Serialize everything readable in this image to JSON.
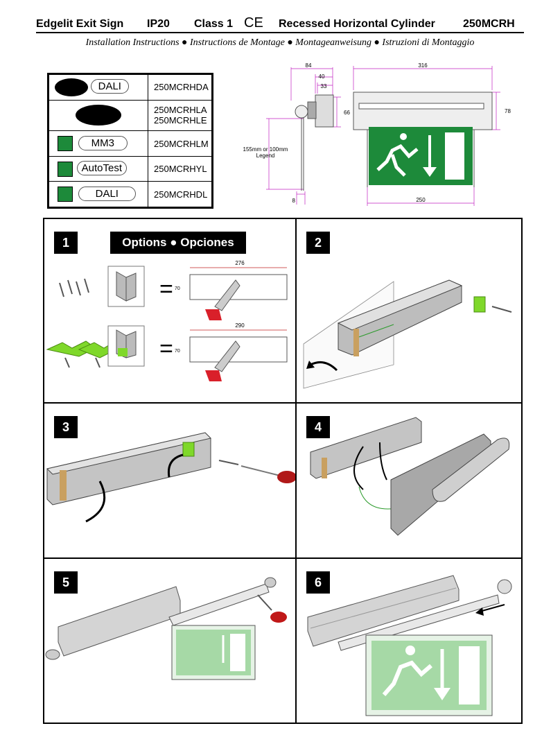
{
  "header": {
    "product": "Edgelit Exit Sign",
    "ip": "IP20",
    "class": "Class 1",
    "ce": "CE",
    "type": "Recessed Horizontal Cylinder",
    "code": "250MCRH"
  },
  "subtitle": "Installation Instructions ● Instructions de Montage ● Montageanweisung ● Istruzioni di Montaggio",
  "models": [
    {
      "icon": "mains-dali",
      "label": "DALI",
      "codes": [
        "250MCRHDA"
      ]
    },
    {
      "icon": "mains",
      "label": "",
      "codes": [
        "250MCRHLA",
        "250MCRHLE"
      ]
    },
    {
      "icon": "sign",
      "label": "MM3",
      "codes": [
        "250MCRHLM"
      ]
    },
    {
      "icon": "sign",
      "label": "AutoTest",
      "codes": [
        "250MCRHYL"
      ]
    },
    {
      "icon": "sign",
      "label": "DALI",
      "codes": [
        "250MCRHDL"
      ]
    }
  ],
  "dimensions": {
    "d84": "84",
    "d40": "40",
    "d33": "33",
    "d66": "66",
    "d316": "316",
    "d78": "78",
    "d250": "250",
    "d8": "8",
    "legend": "155mm or 100mm Legend"
  },
  "steps": [
    {
      "num": "1",
      "title": "Options ● Opciones",
      "cut1": "276",
      "cut2": "290",
      "h": "70",
      "eq": "="
    },
    {
      "num": "2"
    },
    {
      "num": "3"
    },
    {
      "num": "4"
    },
    {
      "num": "5"
    },
    {
      "num": "6"
    }
  ],
  "colors": {
    "sign_green": "#1d8a3a",
    "bracket_green": "#7fd82a",
    "saw_red": "#d9202a",
    "metal": "#b9b9b9"
  }
}
